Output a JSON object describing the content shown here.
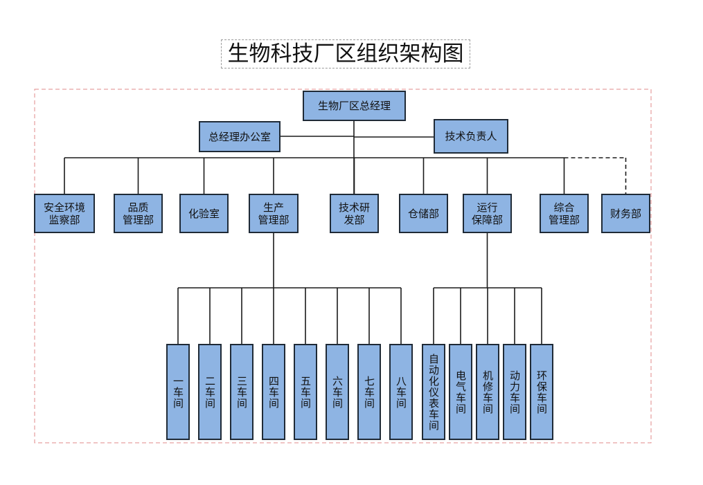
{
  "title": "生物科技厂区组织架构图",
  "colors": {
    "node_fill": "#8eb4e3",
    "node_border": "#1f2a36",
    "connector": "#1a1a1a",
    "frame_border": "#e08a8a",
    "title_border": "#9a9a9a"
  },
  "org": {
    "general_manager": "生物厂区总经理",
    "gm_office": "总经理办公室",
    "technical_lead": "技术负责人",
    "departments": [
      {
        "id": "safety",
        "label": "安全环境\n监察部"
      },
      {
        "id": "quality",
        "label": "品质\n管理部"
      },
      {
        "id": "lab",
        "label": "化验室"
      },
      {
        "id": "production",
        "label": "生产\n管理部"
      },
      {
        "id": "rnd",
        "label": "技术研\n发部"
      },
      {
        "id": "warehouse",
        "label": "仓储部"
      },
      {
        "id": "operations",
        "label": "运行\n保障部"
      },
      {
        "id": "general-admin",
        "label": "综合\n管理部"
      },
      {
        "id": "finance",
        "label": "财务部",
        "link": "dashed"
      }
    ],
    "production_workshops": [
      "一车间",
      "二车间",
      "三车间",
      "四车间",
      "五车间",
      "六车间",
      "七车间",
      "八车间"
    ],
    "operations_workshops": [
      "自动化仪表车间",
      "电气车间",
      "机修车间",
      "动力车间",
      "环保车间"
    ]
  }
}
